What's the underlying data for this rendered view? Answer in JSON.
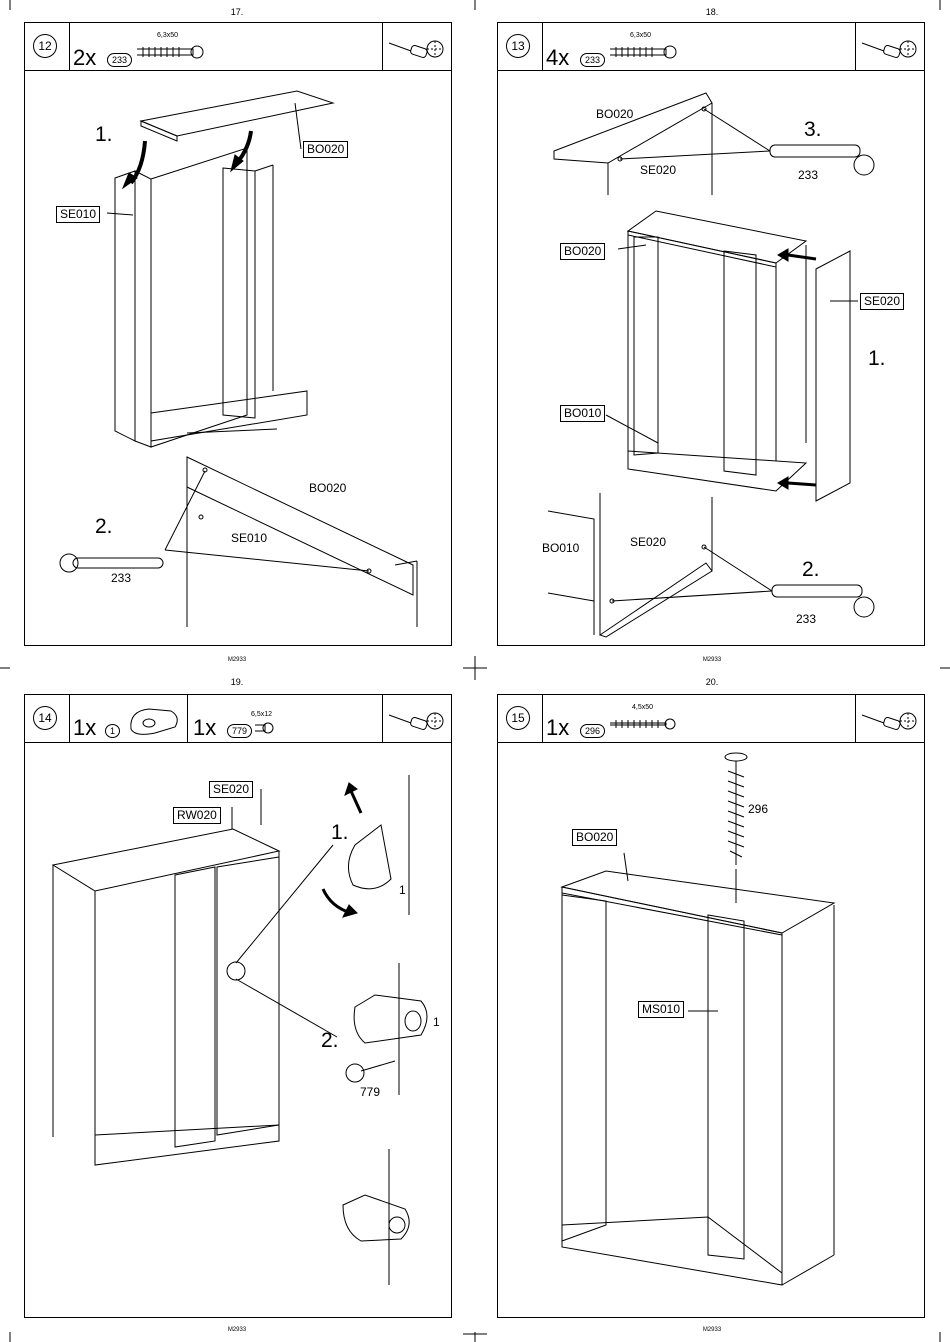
{
  "pages": [
    {
      "page_no": "17.",
      "step": "12",
      "hdr_items": [
        {
          "qty": "2x",
          "code": "233",
          "spec": "6,3x50"
        }
      ],
      "labels": {
        "board_top": "BO020",
        "side": "SE010",
        "step1": "1.",
        "step2": "2.",
        "detail_board": "BO020",
        "detail_side": "SE010",
        "screw_code": "233"
      }
    },
    {
      "page_no": "18.",
      "step": "13",
      "hdr_items": [
        {
          "qty": "4x",
          "code": "233",
          "spec": "6,3x50"
        }
      ],
      "labels": {
        "detail_top_board": "BO020",
        "detail_top_side": "SE020",
        "step3": "3.",
        "screw_top": "233",
        "board_top": "BO020",
        "side_right": "SE020",
        "step1": "1.",
        "board_bottom": "BO010",
        "detail_bottom_board": "BO010",
        "detail_bottom_side": "SE020",
        "step2": "2.",
        "screw_bottom": "233"
      }
    },
    {
      "page_no": "19.",
      "step": "14",
      "hdr_items": [
        {
          "qty": "1x",
          "code": "1",
          "spec": ""
        },
        {
          "qty": "1x",
          "code": "779",
          "spec": "6,5x12"
        }
      ],
      "labels": {
        "side": "SE020",
        "back": "RW020",
        "step1": "1.",
        "part1a": "1",
        "step2": "2.",
        "part1b": "1",
        "screw_code": "779"
      }
    },
    {
      "page_no": "20.",
      "step": "15",
      "hdr_items": [
        {
          "qty": "1x",
          "code": "296",
          "spec": "4,5x50"
        }
      ],
      "labels": {
        "screw_code": "296",
        "board_top": "BO020",
        "middle": "MS010"
      }
    }
  ],
  "footer_code": "M2933",
  "icons": [
    "screwdriver-icon",
    "rotation-icon",
    "crosshair-mark",
    "assembly-arrow-icon"
  ]
}
